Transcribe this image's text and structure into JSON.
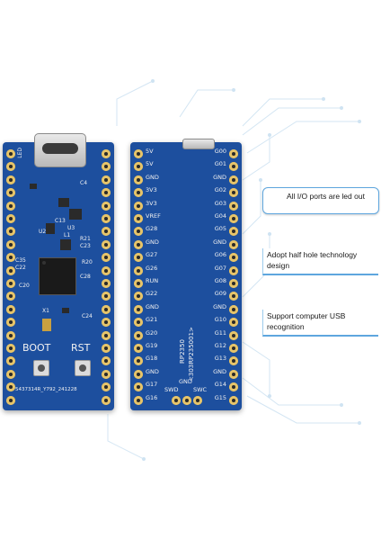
{
  "front_board": {
    "labels": {
      "led": "LED",
      "boot": "BOOT",
      "rst": "RST",
      "serial": "5437314R_Y792_241228",
      "u2": "U2",
      "u3": "U3",
      "l1": "L1",
      "c4": "C4",
      "c13": "C13",
      "r21": "R21",
      "c23": "C23",
      "c28": "C28",
      "c20": "C20",
      "c35": "C35",
      "c22": "C22",
      "r20": "R20",
      "x1": "X1",
      "c24": "C24"
    }
  },
  "back_board": {
    "chip_name": "RP2350",
    "chip_code": "<303RP235001>",
    "bottom_labels": {
      "gnd": "GND",
      "swd": "SWD",
      "swc": "SWC"
    },
    "left_pins": [
      "5V",
      "5V",
      "GND",
      "3V3",
      "3V3",
      "VREF",
      "G28",
      "GND",
      "G27",
      "G26",
      "RUN",
      "G22",
      "GND",
      "G21",
      "G20",
      "G19",
      "G18",
      "GND",
      "G17",
      "G16"
    ],
    "right_pins": [
      "G00",
      "G01",
      "GND",
      "G02",
      "G03",
      "G04",
      "G05",
      "GND",
      "G06",
      "G07",
      "G08",
      "G09",
      "GND",
      "G10",
      "G11",
      "G12",
      "G13",
      "GND",
      "G14",
      "G15"
    ]
  },
  "callouts": {
    "first": "All I/O ports are led out",
    "second": "Adopt half hole technology design",
    "third": "Support computer USB recognition"
  },
  "colors": {
    "pcb": "#1d4f9e",
    "accent": "#5ea6de"
  }
}
